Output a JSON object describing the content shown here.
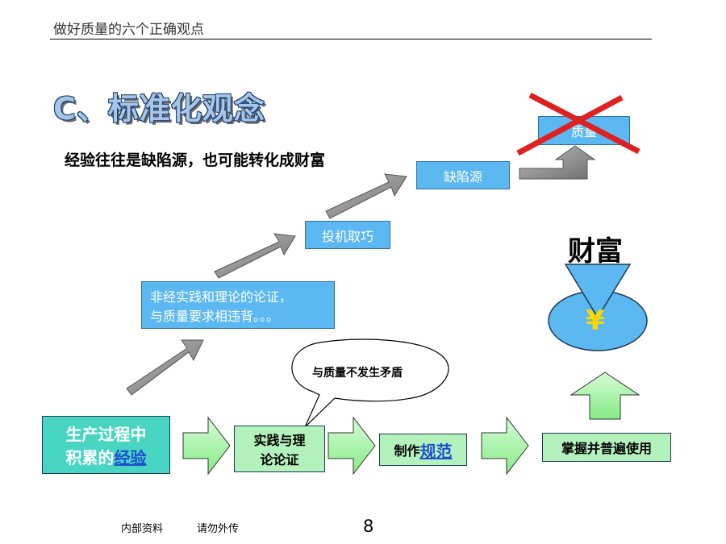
{
  "header": {
    "title": "做好质量的六个正确观点"
  },
  "section": {
    "title": "C、标准化观念"
  },
  "subtitle": "经验往往是缺陷源，也可能转化成财富",
  "blue_boxes": {
    "quality": "质量",
    "defect_source": "缺陷源",
    "opportunism": "投机取巧",
    "non_verified_line1": "非经实践和理论的论证，",
    "non_verified_line2": "与质量要求相违背。。。"
  },
  "wealth_label": "财富",
  "yen_symbol": "¥",
  "speech_bubble": "与质量不发生矛盾",
  "green_boxes": {
    "experience_line1": "生产过程中",
    "experience_line2_prefix": "积累的",
    "experience_line2_link": "经验",
    "practice_line1": "实践与理",
    "practice_line2": "论论证",
    "standard_prefix": "制作",
    "standard_link": "规范",
    "master": "掌握并普遍使用"
  },
  "footer": {
    "internal": "内部资料",
    "no_distribute": "请勿外传",
    "page": "8"
  },
  "colors": {
    "blue_box": "#5bb8f0",
    "green_box": "#b3f2bd",
    "arrow_green": "#a8f5a8",
    "cross_red": "#e02020",
    "yen_gold": "#ffd700"
  }
}
